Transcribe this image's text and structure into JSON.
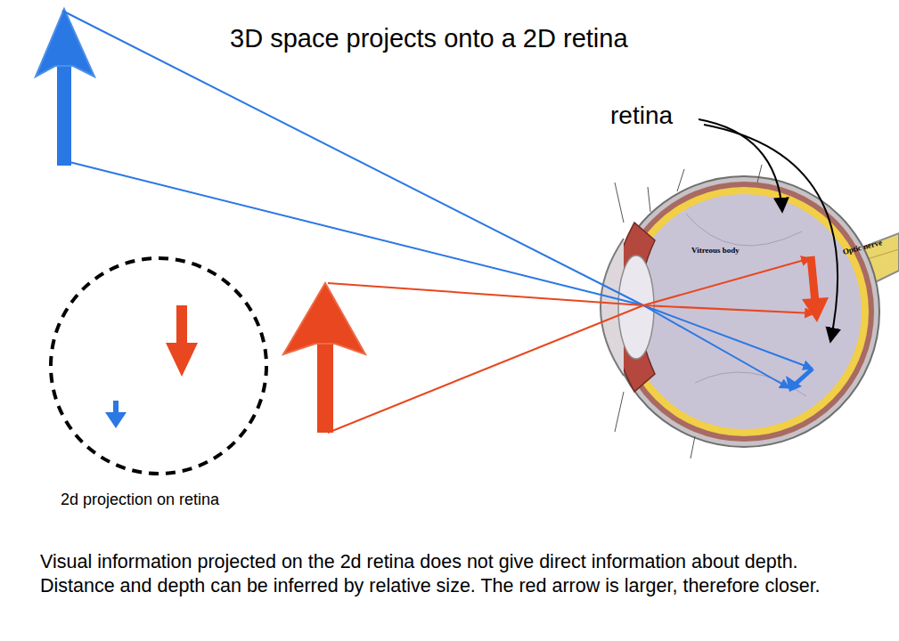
{
  "diagram": {
    "title": "3D space projects onto a 2D retina",
    "caption": "Visual information projected on the 2d retina does not give direct information about depth. Distance and depth can be inferred by relative size. The red arrow is larger, therefore closer.",
    "nodes": [
      {
        "text": [
          "2d projection on retina"
        ]
      }
    ],
    "labels": [
      "retina",
      "Vitreous body",
      "Optic nerve"
    ]
  }
}
